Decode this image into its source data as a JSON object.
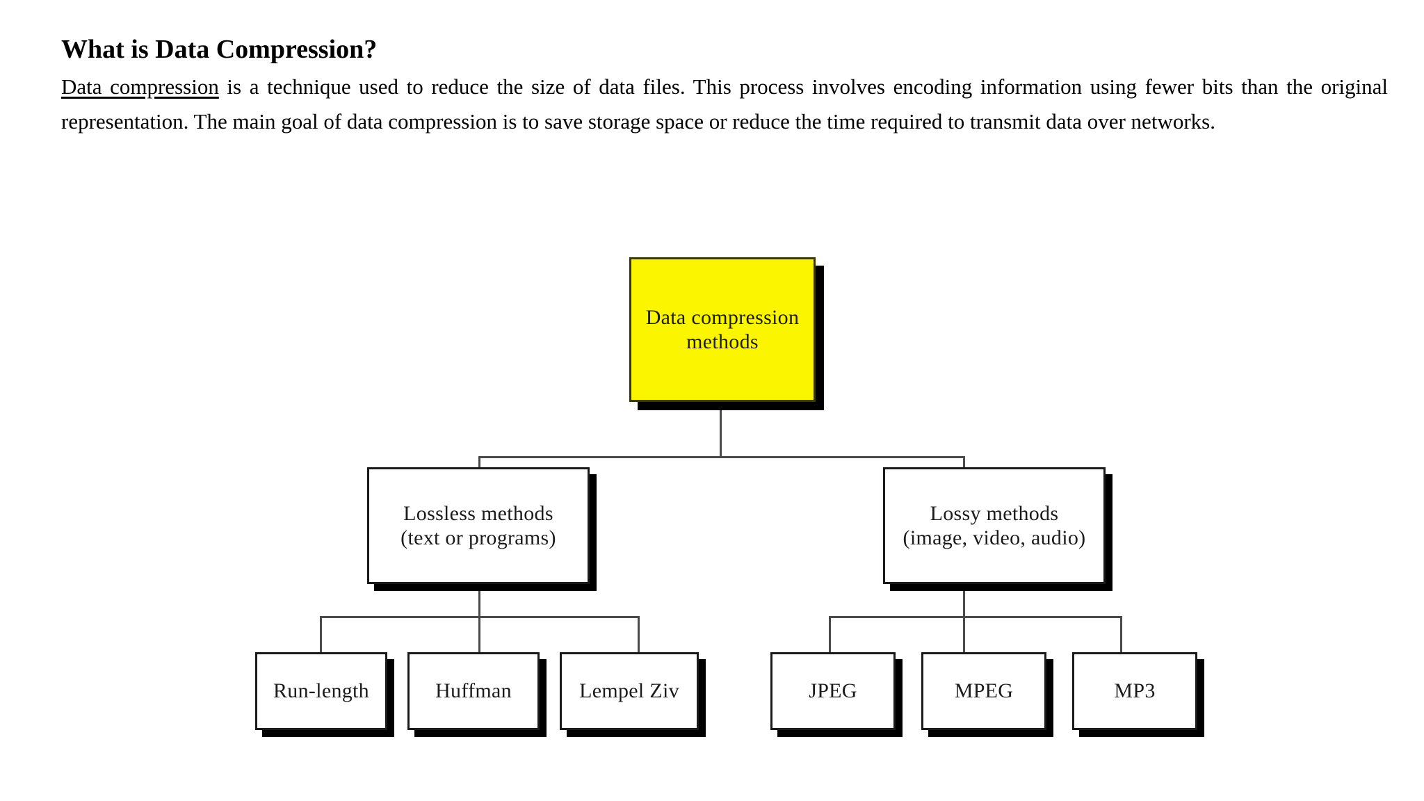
{
  "article": {
    "title": "What is Data Compression?",
    "term": "Data compression",
    "body_rest": " is a technique used to reduce the size of data files. This process involves encoding information using fewer bits than the original representation. The main goal of data compression is to save storage space or reduce the time required to transmit data over networks."
  },
  "diagram": {
    "type": "tree",
    "root": {
      "id": "root",
      "label_line1": "Data compression",
      "label_line2": "methods",
      "fill": "#fbf500",
      "text_color": "#1d1d00"
    },
    "level2": [
      {
        "id": "lossless",
        "label_line1": "Lossless methods",
        "label_line2": "(text or programs)",
        "fill": "#ffffff"
      },
      {
        "id": "lossy",
        "label_line1": "Lossy methods",
        "label_line2": "(image, video, audio)",
        "fill": "#ffffff"
      }
    ],
    "leaves_left": [
      {
        "id": "run-length",
        "label": "Run-length"
      },
      {
        "id": "huffman",
        "label": "Huffman"
      },
      {
        "id": "lempel-ziv",
        "label": "Lempel Ziv"
      }
    ],
    "leaves_right": [
      {
        "id": "jpeg",
        "label": "JPEG"
      },
      {
        "id": "mpeg",
        "label": "MPEG"
      },
      {
        "id": "mp3",
        "label": "MP3"
      }
    ],
    "colors": {
      "line": "#4a4a4a",
      "border": "#1a1a1a",
      "shadow": "#000000",
      "accent_yellow": "#fbf500",
      "background": "#ffffff"
    }
  }
}
